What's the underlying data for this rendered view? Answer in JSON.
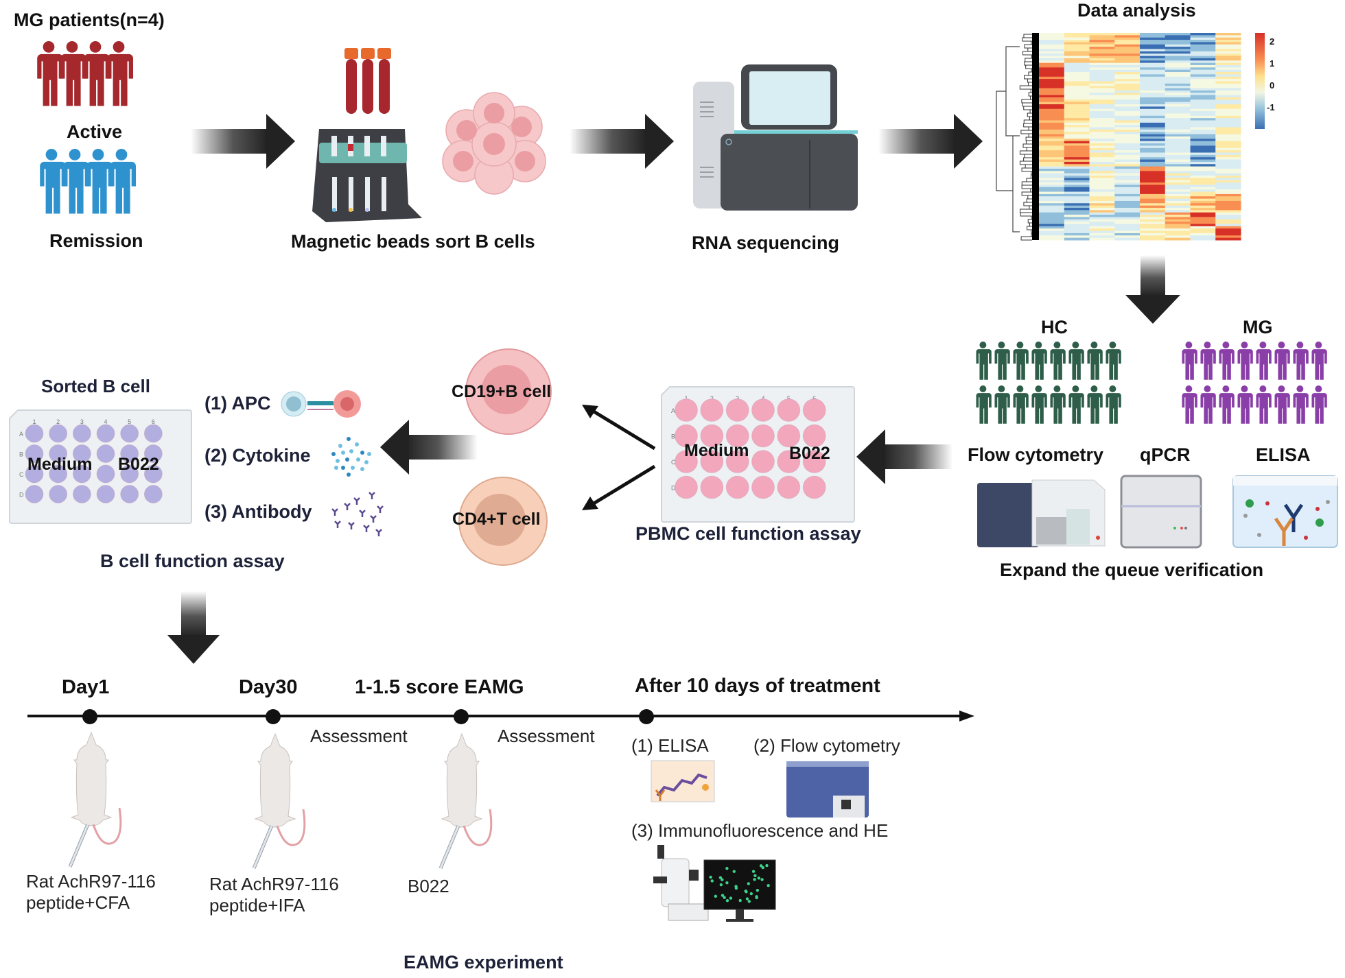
{
  "figure": {
    "top_row": {
      "patients": {
        "title": "MG patients(n=4)",
        "active_label": "Active",
        "remission_label": "Remission",
        "active_color": "#a5282c",
        "remission_color": "#2e92cf",
        "count_per_group": 4
      },
      "sorting": {
        "label": "Magnetic beads sort B cells"
      },
      "sequencing": {
        "label": "RNA sequencing"
      },
      "analysis": {
        "title": "Data analysis",
        "colorbar_ticks": [
          "2",
          "1",
          "0",
          "-1"
        ]
      }
    },
    "middle_row": {
      "cohort": {
        "hc_label": "HC",
        "mg_label": "MG",
        "hc_color": "#2e5e4a",
        "mg_color": "#8a3fa8",
        "count_per_group": 16,
        "methods": [
          "Flow cytometry",
          "qPCR",
          "ELISA"
        ],
        "caption": "Expand the queue verification"
      },
      "pbmc_assay": {
        "plate_label_left": "Medium",
        "plate_label_right": "B022",
        "caption": "PBMC cell function assay",
        "column_labels": [
          "1",
          "2",
          "3",
          "4",
          "5",
          "6"
        ],
        "row_labels": [
          "A",
          "B",
          "C",
          "D"
        ],
        "well_color": "#f2a7bd"
      },
      "cells": {
        "b_cell": "CD19+B cell",
        "t_cell": "CD4+T cell"
      },
      "b_cell_assay": {
        "title": "Sorted B cell",
        "plate_label_left": "Medium",
        "plate_label_right": "B022",
        "readouts": [
          "(1) APC",
          "(2) Cytokine",
          "(3) Antibody"
        ],
        "caption": "B cell function assay",
        "column_labels": [
          "1",
          "2",
          "3",
          "4",
          "5",
          "6"
        ],
        "row_labels": [
          "A",
          "B",
          "C",
          "D"
        ],
        "well_color": "#b3aee0"
      }
    },
    "timeline": {
      "milestones": [
        {
          "label": "Day1",
          "treatment": [
            "Rat AchR97-116",
            "peptide+CFA"
          ]
        },
        {
          "label": "Day30",
          "treatment": [
            "Rat AchR97-116",
            "peptide+IFA"
          ]
        },
        {
          "label": "1-1.5 score EAMG",
          "treatment": [
            "B022"
          ]
        },
        {
          "label": "After 10 days of treatment",
          "treatment": []
        }
      ],
      "assessments": [
        "Assessment",
        "Assessment"
      ],
      "endpoints": [
        "(1) ELISA",
        "(2) Flow cytometry",
        "(3) Immunofluorescence and HE"
      ],
      "caption": "EAMG experiment"
    }
  }
}
